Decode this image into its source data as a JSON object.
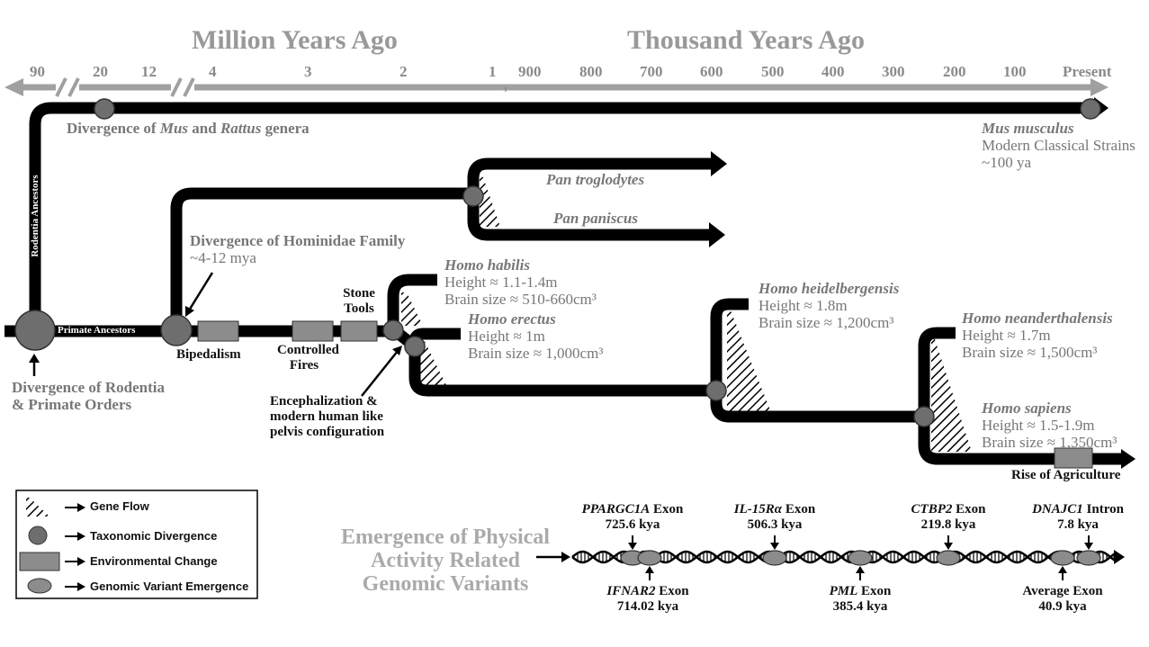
{
  "timeline": {
    "million_header": "Million Years Ago",
    "thousand_header": "Thousand Years Ago",
    "ticks": [
      "90",
      "20",
      "12",
      "4",
      "3",
      "2",
      "1",
      "900",
      "800",
      "700",
      "600",
      "500",
      "400",
      "300",
      "200",
      "100",
      "Present"
    ]
  },
  "lineages": {
    "rodentia_ancestors": "Rodentia Ancestors",
    "primate_ancestors": "Primate Ancestors",
    "mus_rattus": {
      "prefix": "Divergence of ",
      "genus1": "Mus",
      "middle": " and ",
      "genus2": "Rattus",
      "suffix": " genera"
    },
    "mus_musculus": {
      "name": "Mus musculus",
      "line1": "Modern Classical Strains",
      "line2": "~100 ya"
    },
    "pan_troglodytes": "Pan troglodytes",
    "pan_paniscus": "Pan paniscus",
    "hominidae": {
      "line1": "Divergence of Hominidae Family",
      "line2": "~4-12 mya"
    },
    "rodentia_primate": {
      "line1": "Divergence of Rodentia",
      "line2": "& Primate Orders"
    },
    "bipedalism": "Bipedalism",
    "controlled_fires": {
      "line1": "Controlled",
      "line2": "Fires"
    },
    "stone_tools": {
      "line1": "Stone",
      "line2": "Tools"
    },
    "encephalization": {
      "line1": "Encephalization &",
      "line2": "modern human like",
      "line3": "pelvis configuration"
    },
    "homo_habilis": {
      "name": "Homo habilis",
      "height": "Height ≈ 1.1-1.4m",
      "brain": "Brain size ≈ 510-660cm³"
    },
    "homo_erectus": {
      "name": "Homo erectus",
      "height": "Height ≈ 1m",
      "brain": "Brain size ≈ 1,000cm³"
    },
    "homo_heidelbergensis": {
      "name": "Homo heidelbergensis",
      "height": "Height ≈ 1.8m",
      "brain": "Brain size ≈ 1,200cm³"
    },
    "homo_neanderthalensis": {
      "name": "Homo neanderthalensis",
      "height": "Height ≈ 1.7m",
      "brain": "Brain size ≈ 1,500cm³"
    },
    "homo_sapiens": {
      "name": "Homo sapiens",
      "height": "Height ≈ 1.5-1.9m",
      "brain": "Brain size ≈ 1,350cm³"
    },
    "rise_agriculture": "Rise of Agriculture"
  },
  "legend": {
    "gene_flow": "Gene Flow",
    "taxonomic_divergence": "Taxonomic Divergence",
    "environmental_change": "Environmental Change",
    "genomic_variant": "Genomic Variant Emergence"
  },
  "variants": {
    "title": {
      "line1": "Emergence of Physical",
      "line2": "Activity Related",
      "line3": "Genomic Variants"
    },
    "ppargc1a": {
      "gene": "PPARGC1A",
      "type": " Exon",
      "age": "725.6 kya"
    },
    "ifnar2": {
      "gene": "IFNAR2",
      "type": " Exon",
      "age": "714.02 kya"
    },
    "il15ra": {
      "gene": "IL-15Rα",
      "type": " Exon",
      "age": "506.3 kya"
    },
    "pml": {
      "gene": "PML",
      "type": " Exon",
      "age": "385.4 kya"
    },
    "ctbp2": {
      "gene": "CTBP2",
      "type": " Exon",
      "age": "219.8 kya"
    },
    "dnajc1": {
      "gene": "DNAJC1",
      "type": " Intron",
      "age": "7.8 kya"
    },
    "average": {
      "label": "Average Exon",
      "age": "40.9 kya"
    }
  },
  "colors": {
    "lineage": "#000000",
    "node": "#6e6e6e",
    "env_box": "#8c8c8c",
    "axis": "#a0a0a0",
    "label_gray": "#777777"
  }
}
